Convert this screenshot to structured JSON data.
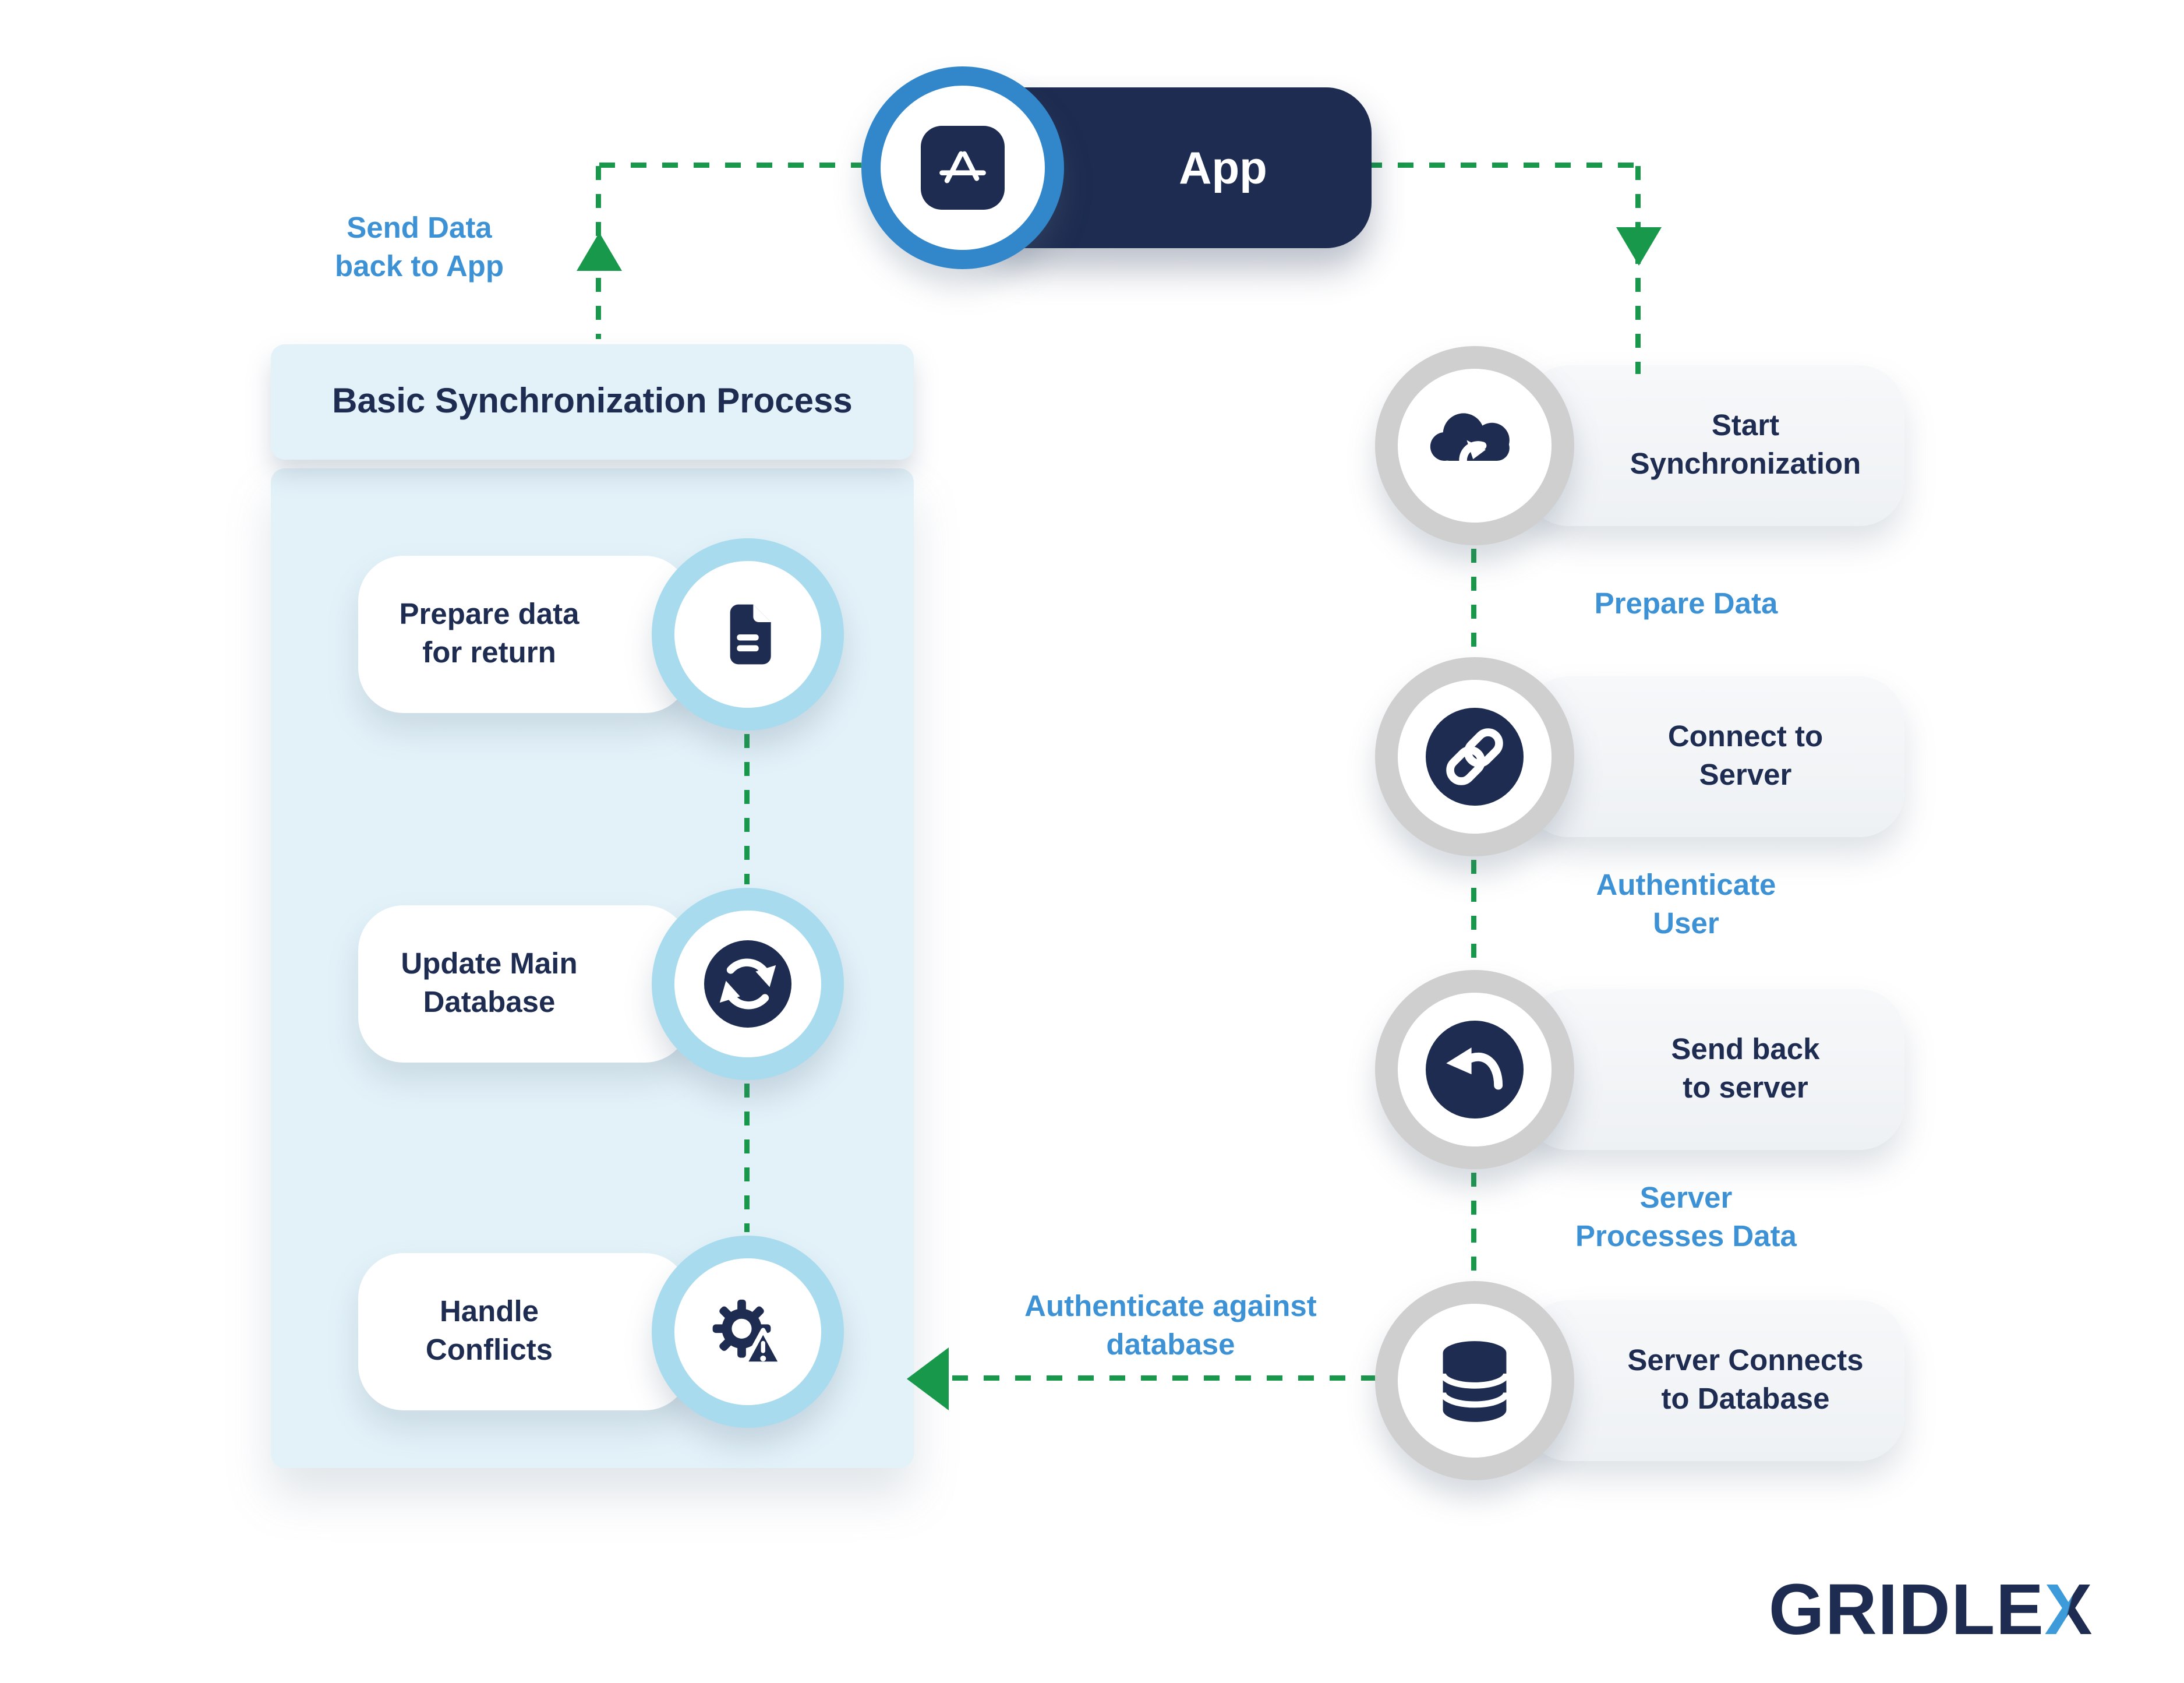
{
  "app": {
    "label": "App",
    "icon": "app-store-icon"
  },
  "panel": {
    "title": "Basic Synchronization Process",
    "steps": [
      {
        "icon": "document-icon",
        "lines": [
          "Prepare data",
          "for return"
        ]
      },
      {
        "icon": "sync-arrows-icon",
        "lines": [
          "Update Main",
          "Database"
        ]
      },
      {
        "icon": "gear-warning-icon",
        "lines": [
          "Handle",
          "Conflicts"
        ]
      }
    ]
  },
  "right_steps": [
    {
      "icon": "cloud-sync-icon",
      "lines": [
        "Start",
        "Synchronization"
      ]
    },
    {
      "icon": "link-icon",
      "lines": [
        "Connect to",
        "Server"
      ]
    },
    {
      "icon": "reply-arrow-icon",
      "lines": [
        "Send back",
        "to server"
      ]
    },
    {
      "icon": "database-icon",
      "lines": [
        "Server Connects",
        "to Database"
      ]
    }
  ],
  "flow_labels": {
    "send_data_back": {
      "lines": [
        "Send Data",
        "back to App"
      ]
    },
    "prepare_data": {
      "lines": [
        "Prepare Data"
      ]
    },
    "authenticate_user": {
      "lines": [
        "Authenticate",
        "User"
      ]
    },
    "server_processes": {
      "lines": [
        "Server",
        "Processes Data"
      ]
    },
    "authenticate_db": {
      "lines": [
        "Authenticate against",
        "database"
      ]
    }
  },
  "logo": {
    "primary": "GRIDLE",
    "accent": "X"
  },
  "colors": {
    "navy": "#1d2c50",
    "flow_label_blue": "#3d92d6",
    "connector_green": "#18984a",
    "app_ring_blue": "#3187ca",
    "left_ring_blue": "#a8dbee",
    "right_ring_gray": "#cfcfcf",
    "panel_bg": "#e3f2f9",
    "right_card_bg": "#f3f5f7",
    "logo_accent": "#3d9bd9"
  }
}
